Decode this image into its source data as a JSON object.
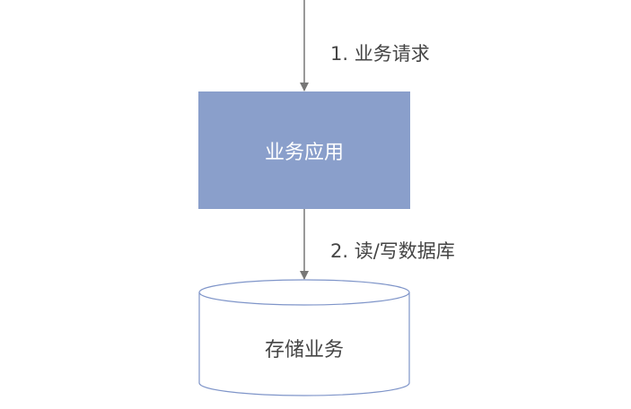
{
  "edges": {
    "request": "1. 业务请求",
    "readwrite": "2. 读/写数据库"
  },
  "nodes": {
    "app": "业务应用",
    "storage": "存储业务"
  },
  "colors": {
    "app_fill": "#8a9fcb",
    "cylinder_stroke": "#7f95c9",
    "arrow": "#777777",
    "text": "#444444"
  }
}
